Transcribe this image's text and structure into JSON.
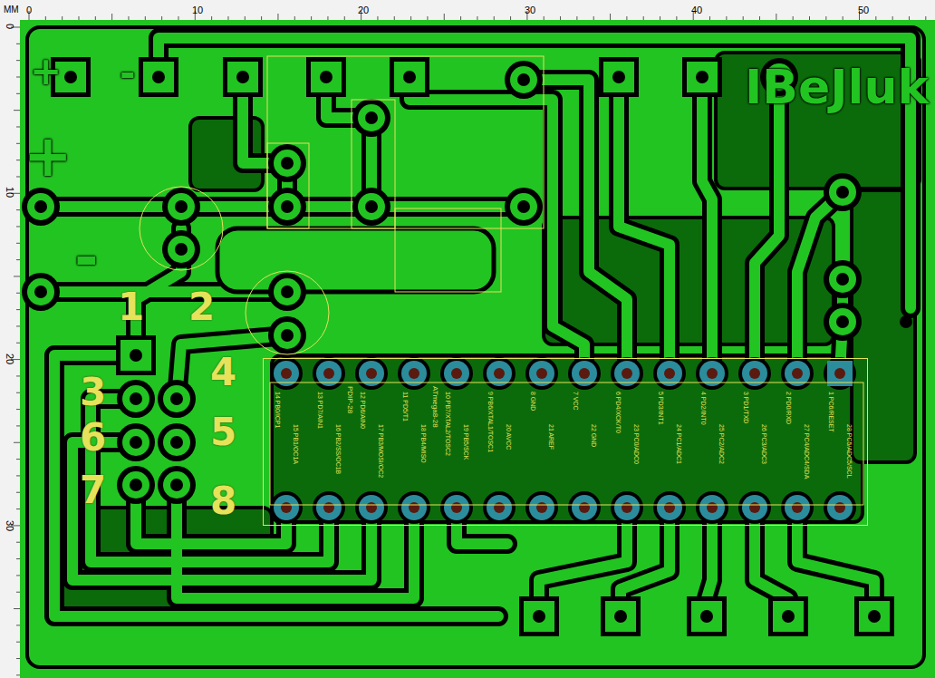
{
  "diagram": {
    "nodes": [
      {
        "text": [
          "ATmega8-28",
          "PDIP-28"
        ]
      }
    ],
    "labels": [
      "MM",
      "0",
      "10",
      "20",
      "30",
      "40",
      "50",
      "0",
      "10",
      "20",
      "30",
      "+",
      "-",
      "+",
      "-",
      "IBeJluk",
      "1",
      "2",
      "3",
      "4",
      "5",
      "6",
      "7",
      "8",
      "14 PB0/ICP1",
      "13 PD7/AIN1",
      "12 PD6/AIN0",
      "11 PD5/T1",
      "10 PB7/XTAL2/TOSC2",
      "9 PB6/XTAL1/TOSC1",
      "8 GND",
      "7 VCC",
      "6 PD4/XCK/T0",
      "5 PD3/INT1",
      "4 PD2/INT0",
      "3 PD1/TXD",
      "2 PD0/RXD",
      "1 PC6/RESET",
      "15 PB1/OC1A",
      "16 PB2/SS/OC1B",
      "17 PB3/MOSI/OC2",
      "18 PB4/MISO",
      "19 PB5/SCK",
      "20 AVCC",
      "21 AREF",
      "22 GND",
      "23 PC0/ADC0",
      "24 PC1/ADC1",
      "25 PC2/ADC2",
      "26 PC3/ADC3",
      "27 PC4/ADC4/SDA",
      "28 PC5/ADC5/SCL"
    ]
  }
}
